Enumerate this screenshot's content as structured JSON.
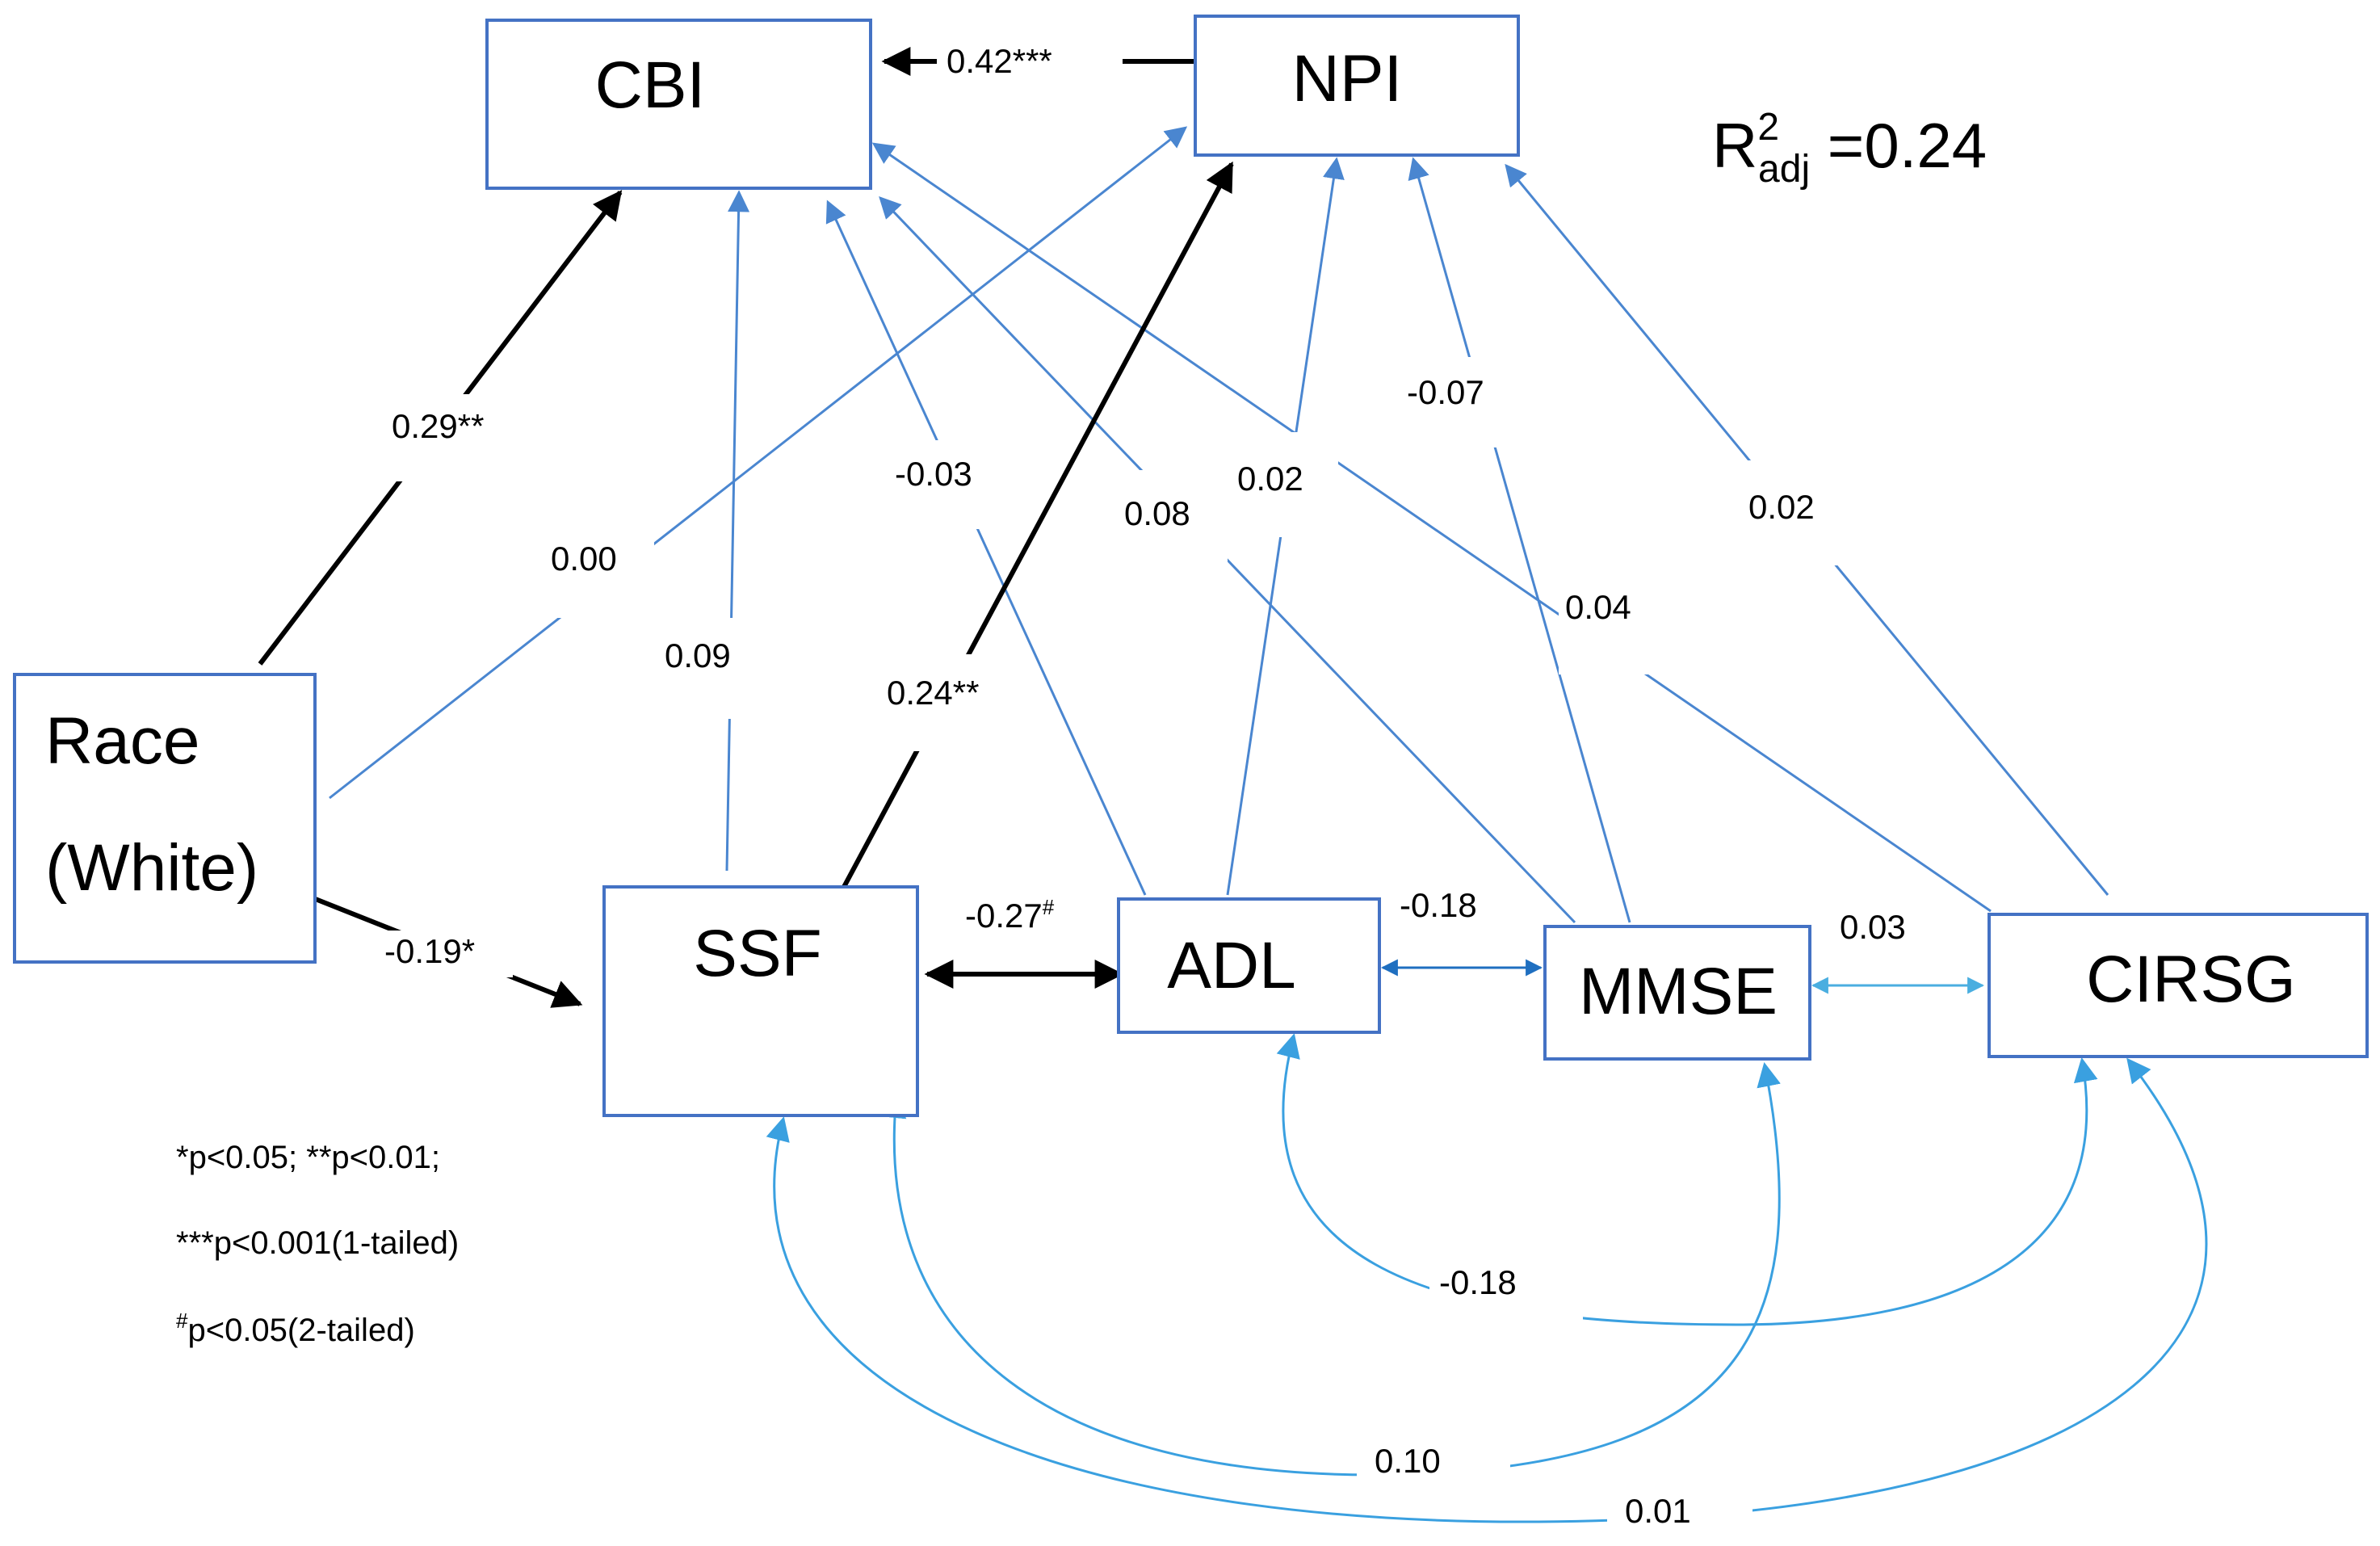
{
  "nodes": {
    "cbi": "CBI",
    "npi": "NPI",
    "race_line1": "Race",
    "race_line2": "(White)",
    "ssf": "SSF",
    "adl": "ADL",
    "mmse": "MMSE",
    "cirsg": "CIRSG"
  },
  "r2": {
    "base": "R",
    "sup": "2",
    "sub": "adj",
    "value": " =0.24"
  },
  "edges": {
    "npi_cbi": "0.42***",
    "race_cbi": "0.29**",
    "race_npi": "0.00",
    "race_ssf": "-0.19*",
    "ssf_cbi": "0.09",
    "ssf_npi": "0.24**",
    "adl_cbi": "-0.03",
    "mmse_cbi": "0.08",
    "adl_npi": "0.02",
    "mmse_npi": "-0.07",
    "cirsg_cbi": "0.04",
    "cirsg_npi": "0.02",
    "ssf_adl": "-0.27",
    "ssf_adl_sup": "#",
    "adl_mmse": "-0.18",
    "mmse_cirsg": "0.03",
    "adl_cirsg": "-0.18",
    "ssf_mmse": "0.10",
    "ssf_cirsg": "0.01"
  },
  "legend": {
    "line1": "*p<0.05; **p<0.01;",
    "line2": "***p<0.001(1-tailed)",
    "line3_sup": "#",
    "line3": "p<0.05(2-tailed)"
  },
  "colors": {
    "box_border": "#4472c4",
    "significant_path": "#000000",
    "nonsignificant_path": "#4a86d0",
    "adl_mmse_cov": "#1f6fc0",
    "mmse_cirsg_cov": "#4aaee0",
    "covariance_curve": "#3aa0e0"
  }
}
